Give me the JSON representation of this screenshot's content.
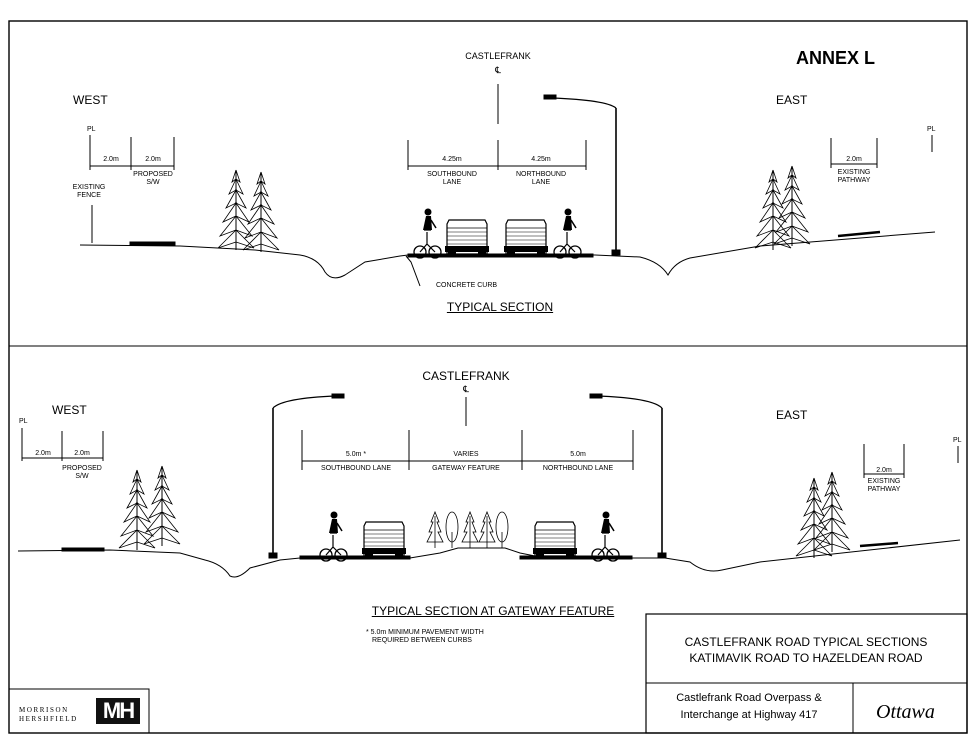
{
  "annex": "ANNEX L",
  "top_section": {
    "centerline_name": "CASTLEFRANK",
    "centerline_symbol": "℄",
    "west": "WEST",
    "east": "EAST",
    "pl_left": "PL",
    "pl_right": "PL",
    "dim_left_1": "2.0m",
    "dim_left_2": "2.0m",
    "proposed_sw_1": "PROPOSED",
    "proposed_sw_2": "S/W",
    "existing_fence_1": "EXISTING",
    "existing_fence_2": "FENCE",
    "southbound_width": "4.25m",
    "northbound_width": "4.25m",
    "southbound_lane_1": "SOUTHBOUND",
    "southbound_lane_2": "LANE",
    "northbound_lane_1": "NORTHBOUND",
    "northbound_lane_2": "LANE",
    "pathway_width": "2.0m",
    "existing_pathway_1": "EXISTING",
    "existing_pathway_2": "PATHWAY",
    "concrete_curb": "CONCRETE CURB",
    "caption": "TYPICAL SECTION"
  },
  "bottom_section": {
    "centerline_name": "CASTLEFRANK",
    "centerline_symbol": "℄",
    "west": "WEST",
    "east": "EAST",
    "pl_left": "PL",
    "pl_right": "PL",
    "dim_left_1": "2.0m",
    "dim_left_2": "2.0m",
    "proposed_sw_1": "PROPOSED",
    "proposed_sw_2": "S/W",
    "southbound_width": "5.0m *",
    "gateway_width": "VARIES",
    "northbound_width": "5.0m",
    "southbound_lane": "SOUTHBOUND LANE",
    "gateway_feature": "GATEWAY FEATURE",
    "northbound_lane": "NORTHBOUND LANE",
    "pathway_width": "2.0m",
    "existing_pathway_1": "EXISTING",
    "existing_pathway_2": "PATHWAY",
    "caption": "TYPICAL SECTION AT GATEWAY FEATURE",
    "note_1": "* 5.0m MINIMUM PAVEMENT WIDTH",
    "note_2": "REQUIRED BETWEEN CURBS"
  },
  "title_block": {
    "title_1": "CASTLEFRANK ROAD TYPICAL SECTIONS",
    "title_2": "KATIMAVIK ROAD TO HAZELDEAN ROAD",
    "project_1": "Castlefrank Road Overpass &",
    "project_2": "Interchange at Highway 417"
  },
  "logos": {
    "consultant_1": "MORRISON",
    "consultant_2": "HERSHFIELD",
    "consultant_mark": "MH",
    "city": "Ottawa"
  }
}
